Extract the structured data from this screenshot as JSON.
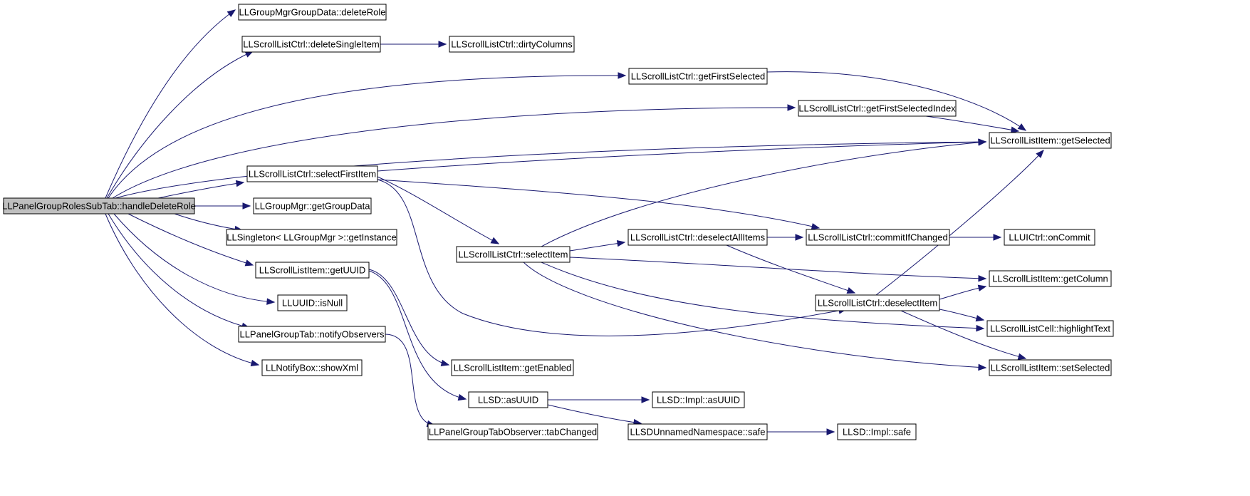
{
  "diagram": {
    "type": "call-graph",
    "root": "handleDeleteRole",
    "nodes": [
      {
        "id": "handleDeleteRole",
        "label": "LLPanelGroupRolesSubTab::handleDeleteRole"
      },
      {
        "id": "deleteRole",
        "label": "LLGroupMgrGroupData::deleteRole"
      },
      {
        "id": "deleteSingleItem",
        "label": "LLScrollListCtrl::deleteSingleItem"
      },
      {
        "id": "dirtyColumns",
        "label": "LLScrollListCtrl::dirtyColumns"
      },
      {
        "id": "getFirstSelected",
        "label": "LLScrollListCtrl::getFirstSelected"
      },
      {
        "id": "getFirstSelectedIndex",
        "label": "LLScrollListCtrl::getFirstSelectedIndex"
      },
      {
        "id": "getSelected",
        "label": "LLScrollListItem::getSelected"
      },
      {
        "id": "selectFirstItem",
        "label": "LLScrollListCtrl::selectFirstItem"
      },
      {
        "id": "getGroupData",
        "label": "LLGroupMgr::getGroupData"
      },
      {
        "id": "getInstance",
        "label": "LLSingleton< LLGroupMgr >::getInstance"
      },
      {
        "id": "getUUID",
        "label": "LLScrollListItem::getUUID"
      },
      {
        "id": "isNull",
        "label": "LLUUID::isNull"
      },
      {
        "id": "notifyObservers",
        "label": "LLPanelGroupTab::notifyObservers"
      },
      {
        "id": "showXml",
        "label": "LLNotifyBox::showXml"
      },
      {
        "id": "selectItem",
        "label": "LLScrollListCtrl::selectItem"
      },
      {
        "id": "deselectAllItems",
        "label": "LLScrollListCtrl::deselectAllItems"
      },
      {
        "id": "commitIfChanged",
        "label": "LLScrollListCtrl::commitIfChanged"
      },
      {
        "id": "onCommit",
        "label": "LLUICtrl::onCommit"
      },
      {
        "id": "getColumn",
        "label": "LLScrollListItem::getColumn"
      },
      {
        "id": "deselectItem",
        "label": "LLScrollListCtrl::deselectItem"
      },
      {
        "id": "highlightText",
        "label": "LLScrollListCell::highlightText"
      },
      {
        "id": "getEnabled",
        "label": "LLScrollListItem::getEnabled"
      },
      {
        "id": "setSelected",
        "label": "LLScrollListItem::setSelected"
      },
      {
        "id": "asUUID",
        "label": "LLSD::asUUID"
      },
      {
        "id": "implAsUUID",
        "label": "LLSD::Impl::asUUID"
      },
      {
        "id": "tabChanged",
        "label": "LLPanelGroupTabObserver::tabChanged"
      },
      {
        "id": "safe",
        "label": "LLSDUnnamedNamespace::safe"
      },
      {
        "id": "implSafe",
        "label": "LLSD::Impl::safe"
      }
    ],
    "edges": [
      {
        "from": "handleDeleteRole",
        "to": "deleteRole"
      },
      {
        "from": "handleDeleteRole",
        "to": "deleteSingleItem"
      },
      {
        "from": "handleDeleteRole",
        "to": "getFirstSelected"
      },
      {
        "from": "handleDeleteRole",
        "to": "getFirstSelectedIndex"
      },
      {
        "from": "handleDeleteRole",
        "to": "getSelected"
      },
      {
        "from": "handleDeleteRole",
        "to": "selectFirstItem"
      },
      {
        "from": "handleDeleteRole",
        "to": "getGroupData"
      },
      {
        "from": "handleDeleteRole",
        "to": "getInstance"
      },
      {
        "from": "handleDeleteRole",
        "to": "getUUID"
      },
      {
        "from": "handleDeleteRole",
        "to": "isNull"
      },
      {
        "from": "handleDeleteRole",
        "to": "notifyObservers"
      },
      {
        "from": "handleDeleteRole",
        "to": "showXml"
      },
      {
        "from": "deleteSingleItem",
        "to": "dirtyColumns"
      },
      {
        "from": "getFirstSelected",
        "to": "getSelected"
      },
      {
        "from": "getFirstSelectedIndex",
        "to": "getSelected"
      },
      {
        "from": "selectFirstItem",
        "to": "getSelected"
      },
      {
        "from": "selectFirstItem",
        "to": "selectItem"
      },
      {
        "from": "selectFirstItem",
        "to": "commitIfChanged"
      },
      {
        "from": "selectFirstItem",
        "to": "deselectItem"
      },
      {
        "from": "getUUID",
        "to": "getEnabled"
      },
      {
        "from": "getUUID",
        "to": "asUUID"
      },
      {
        "from": "notifyObservers",
        "to": "tabChanged"
      },
      {
        "from": "selectItem",
        "to": "getSelected"
      },
      {
        "from": "selectItem",
        "to": "deselectAllItems"
      },
      {
        "from": "selectItem",
        "to": "getColumn"
      },
      {
        "from": "selectItem",
        "to": "highlightText"
      },
      {
        "from": "selectItem",
        "to": "setSelected"
      },
      {
        "from": "deselectAllItems",
        "to": "commitIfChanged"
      },
      {
        "from": "deselectAllItems",
        "to": "deselectItem"
      },
      {
        "from": "commitIfChanged",
        "to": "onCommit"
      },
      {
        "from": "deselectItem",
        "to": "getSelected"
      },
      {
        "from": "deselectItem",
        "to": "getColumn"
      },
      {
        "from": "deselectItem",
        "to": "highlightText"
      },
      {
        "from": "deselectItem",
        "to": "setSelected"
      },
      {
        "from": "asUUID",
        "to": "implAsUUID"
      },
      {
        "from": "asUUID",
        "to": "safe"
      },
      {
        "from": "safe",
        "to": "implSafe"
      }
    ]
  }
}
